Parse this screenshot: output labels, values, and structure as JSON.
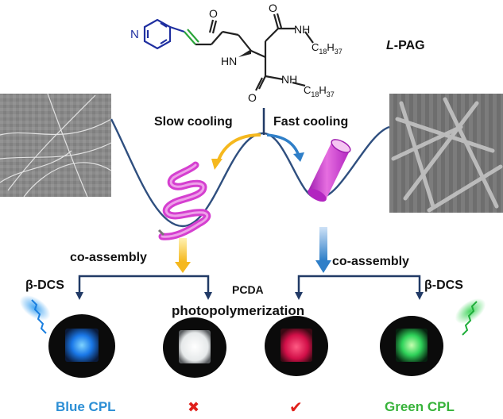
{
  "molecule": {
    "atoms": {
      "n_pyridine": "N",
      "o_top": "O",
      "o_amide1": "O",
      "o_amide2": "O",
      "nh_mid": "HN",
      "nh_top": "NH",
      "nh_bot": "NH",
      "c18_top": "C",
      "c18_top_sub1": "18",
      "c18_top_h": "H",
      "c18_top_sub2": "37",
      "c18_bot": "C",
      "c18_bot_sub1": "18",
      "c18_bot_h": "H",
      "c18_bot_sub2": "37"
    },
    "name_prefix": "L",
    "name_suffix": "-PAG"
  },
  "labels": {
    "slow_cooling": "Slow cooling",
    "fast_cooling": "Fast cooling",
    "coassembly_left": "co-assembly",
    "coassembly_right": "co-assembly",
    "bdcs_left": "β-DCS",
    "bdcs_right": "β-DCS",
    "pcda": "PCDA",
    "photopolymerization": "photopolymerization"
  },
  "results": {
    "blue": "Blue CPL",
    "cross": "✖",
    "check": "✔",
    "green": "Green CPL"
  },
  "colors": {
    "energy_curve": "#2f4f7f",
    "pyridine": "#1f2fa0",
    "alkene": "#2aa53a",
    "helix": "#d53fd0",
    "tube": "#c030c8",
    "arrow_yellow": "#f5b81e",
    "arrow_blue": "#2f7fc8",
    "bracket": "#213a66"
  }
}
